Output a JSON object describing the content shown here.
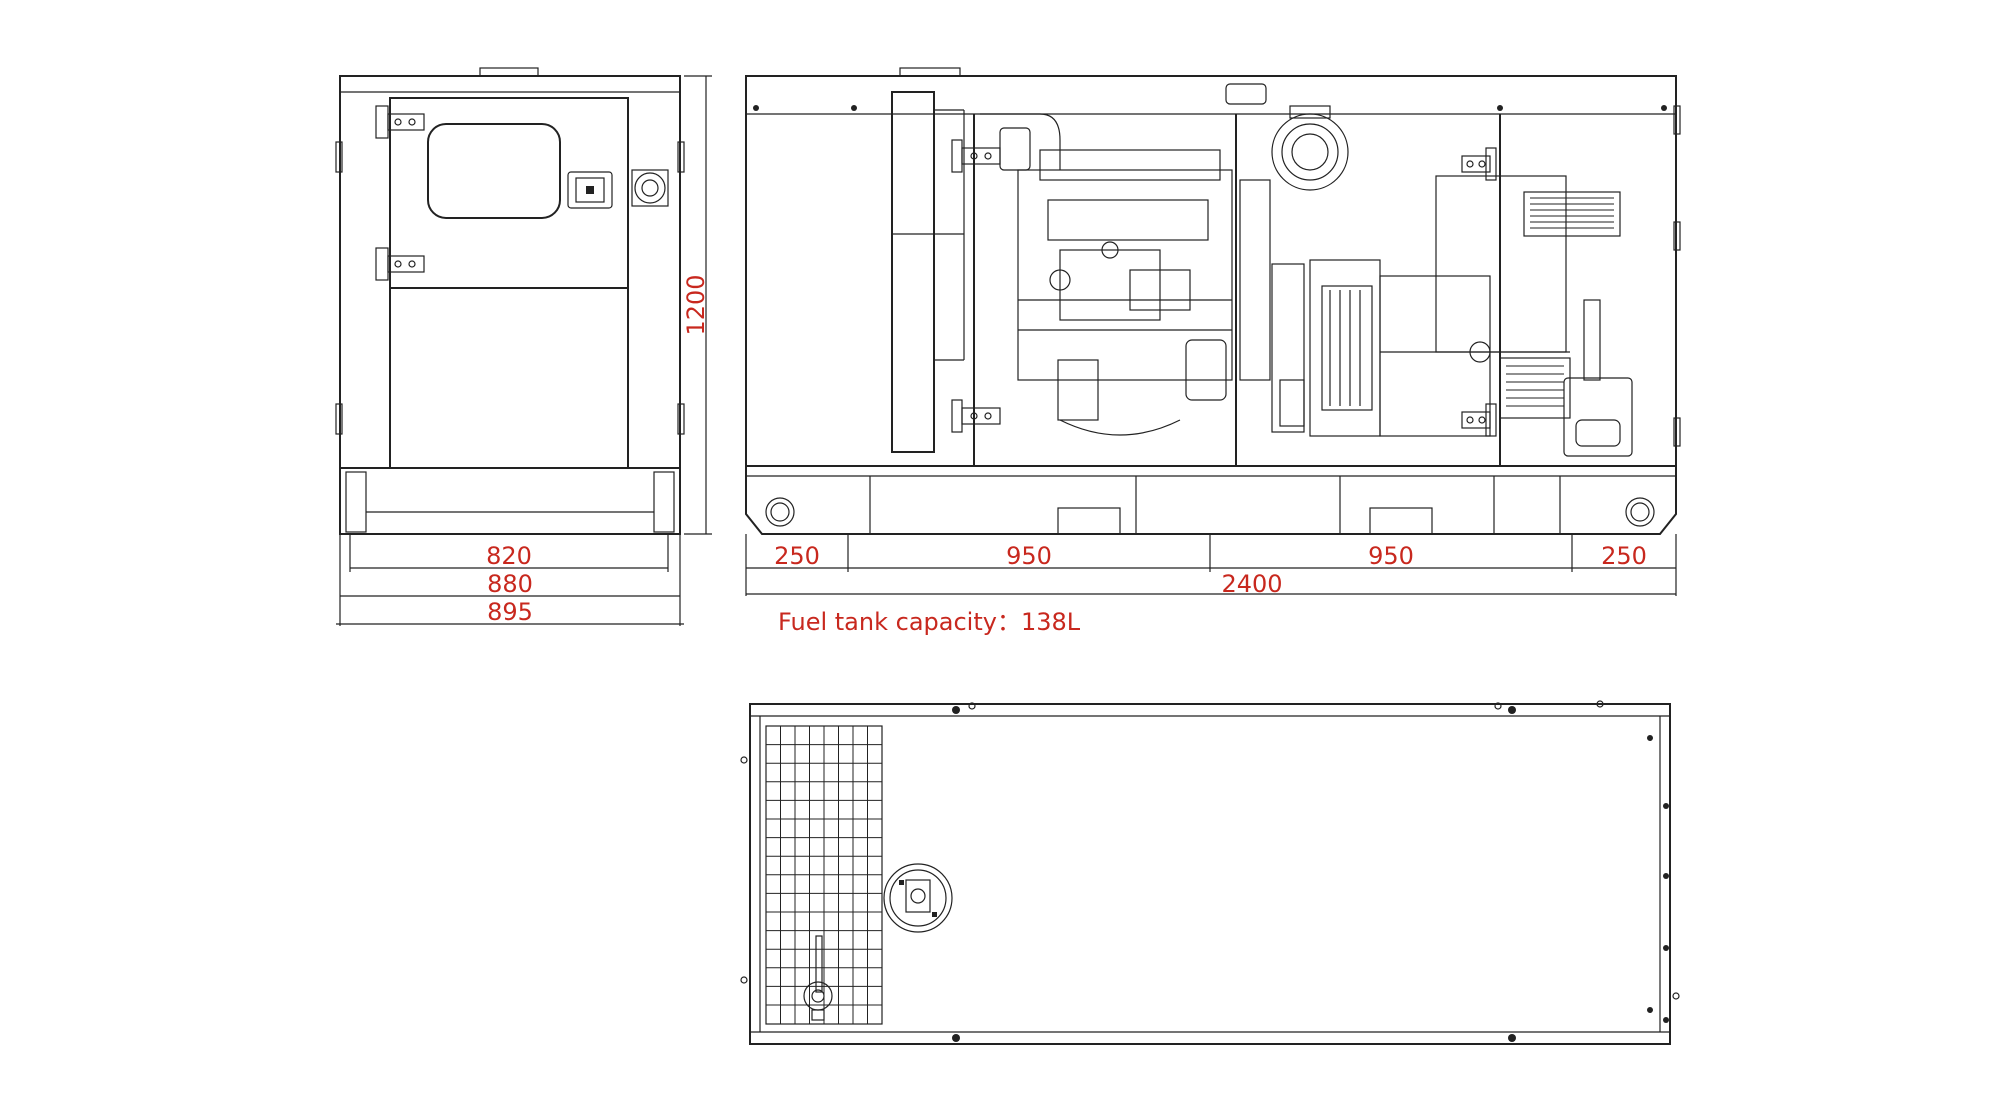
{
  "dimensions": {
    "front": {
      "inner_width": "820",
      "mid_width": "880",
      "outer_width": "895",
      "height": "1200"
    },
    "side": {
      "seg1": "250",
      "seg2": "950",
      "seg3": "950",
      "seg4": "250",
      "total_length": "2400"
    }
  },
  "notes": {
    "fuel_tank": "Fuel tank capacity：138L"
  },
  "colors": {
    "dimension_text": "#c8281e",
    "line": "#222222"
  }
}
